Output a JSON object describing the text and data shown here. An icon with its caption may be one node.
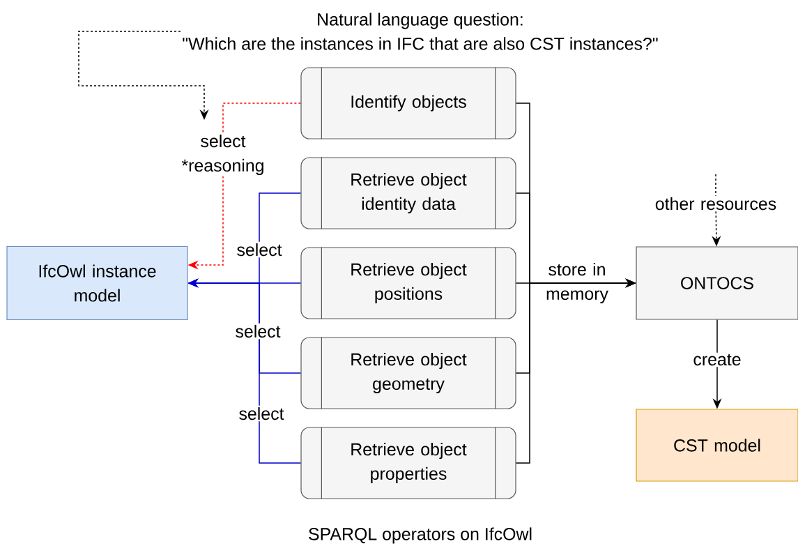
{
  "diagram": {
    "nodes": [
      {
        "text": [
          "Natural language question:",
          "\"Which are the instances in IFC that are also CST instances?\""
        ]
      },
      {
        "text": [
          "Identify objects"
        ]
      },
      {
        "text": [
          "Retrieve object identity data"
        ]
      },
      {
        "text": [
          "Retrieve object positions"
        ]
      },
      {
        "text": [
          "Retrieve object geometry"
        ]
      },
      {
        "text": [
          "Retrieve object properties"
        ]
      },
      {
        "text": [
          "IfcOwl instance model"
        ]
      },
      {
        "text": [
          "ONTOCS"
        ]
      },
      {
        "text": [
          "CST model"
        ]
      },
      {
        "text": [
          "other resources"
        ]
      }
    ],
    "edges": [
      {
        "from": 0,
        "to": null,
        "arrow": "to",
        "style": "dashed"
      },
      {
        "from": 1,
        "to": 6,
        "arrow": "to",
        "style": "dashed",
        "color": "#ff0000",
        "label": "select *reasoning"
      },
      {
        "from": 2,
        "to": 6,
        "arrow": "to",
        "color": "#0000cc",
        "label": "select"
      },
      {
        "from": 3,
        "to": 6,
        "arrow": "to",
        "color": "#0000cc"
      },
      {
        "from": 4,
        "to": 6,
        "arrow": "to",
        "color": "#0000cc",
        "label": "select"
      },
      {
        "from": 5,
        "to": 6,
        "arrow": "to",
        "color": "#0000cc",
        "label": "select"
      },
      {
        "from": 1,
        "to": 7,
        "arrow": "to"
      },
      {
        "from": 2,
        "to": 7,
        "arrow": "to"
      },
      {
        "from": 3,
        "to": 7,
        "arrow": "to",
        "label": "store in memory"
      },
      {
        "from": 4,
        "to": 7,
        "arrow": "to"
      },
      {
        "from": 5,
        "to": 7,
        "arrow": "to"
      },
      {
        "from": null,
        "to": 9,
        "arrow": "none",
        "style": "dashed"
      },
      {
        "from": 9,
        "to": 7,
        "arrow": "to",
        "style": "dashed"
      },
      {
        "from": 7,
        "to": 8,
        "arrow": "to",
        "label": "create"
      }
    ],
    "labels": [
      "SPARQL operators on IfcOwl"
    ]
  }
}
